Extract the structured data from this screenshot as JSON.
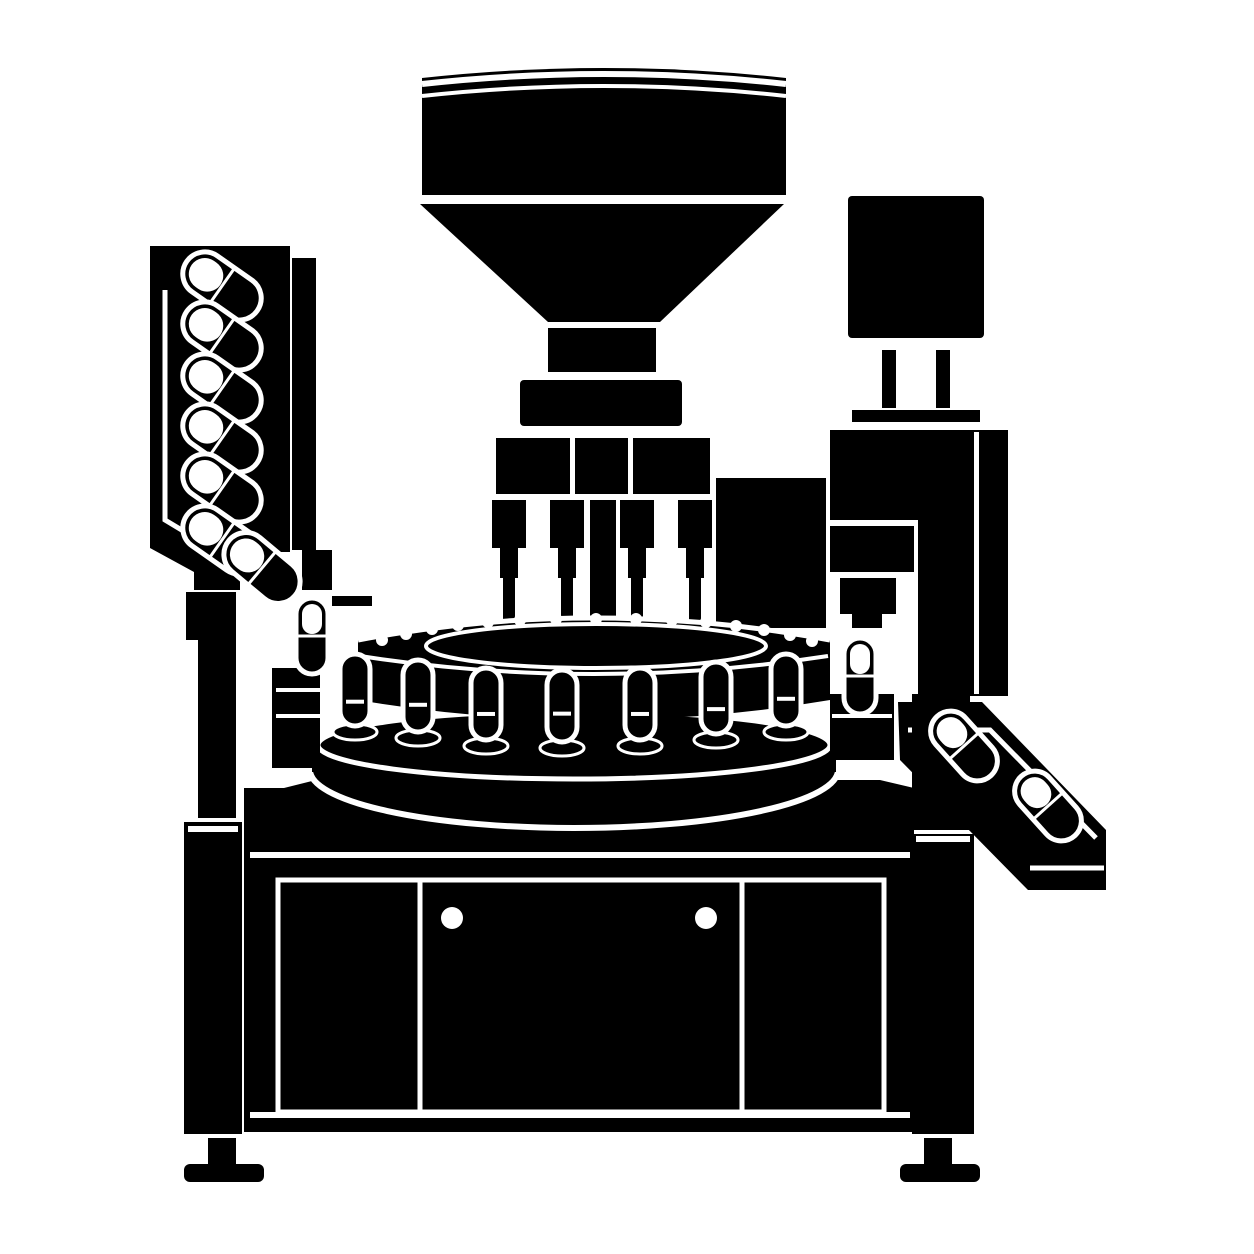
{
  "illustration": {
    "subject": "capsule-filling-machine-icon",
    "style": "black-silhouette",
    "colors": {
      "ink": "#000000",
      "paper": "#ffffff"
    }
  },
  "turret_capsules": [
    {
      "fill": 0.35
    },
    {
      "fill": 0.4
    },
    {
      "fill": 0.38
    },
    {
      "fill": 0.42
    },
    {
      "fill": 0.38
    },
    {
      "fill": 0.36
    },
    {
      "fill": 0.4
    }
  ]
}
